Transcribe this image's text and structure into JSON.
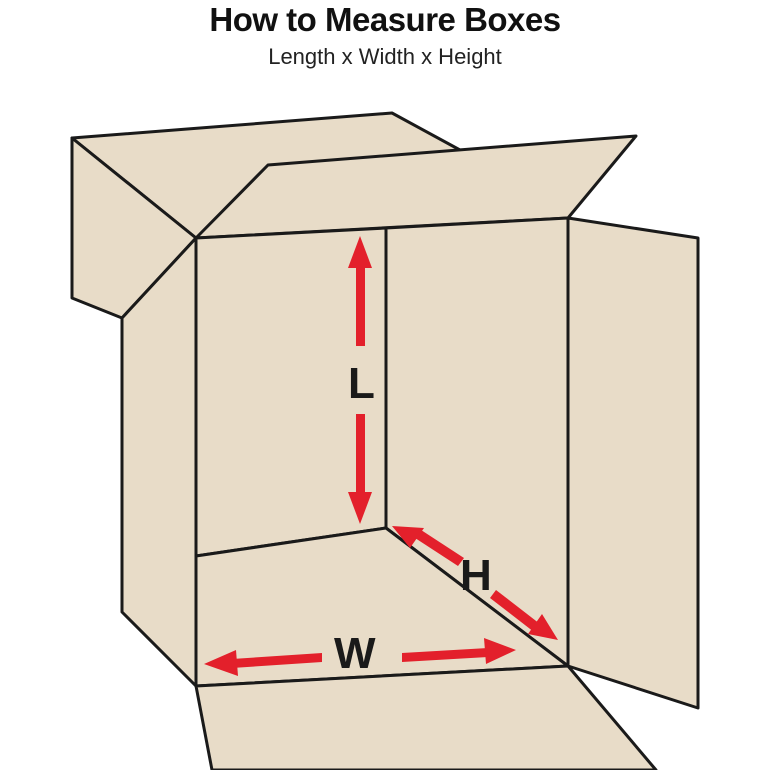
{
  "title": "How to Measure Boxes",
  "subtitle": "Length x Width x Height",
  "labels": {
    "length": "L",
    "width": "W",
    "height": "H"
  },
  "colors": {
    "cardboard": "#e8dcc8",
    "outline": "#1a1a1a",
    "arrow": "#e3202b",
    "text": "#1a1a1a"
  }
}
